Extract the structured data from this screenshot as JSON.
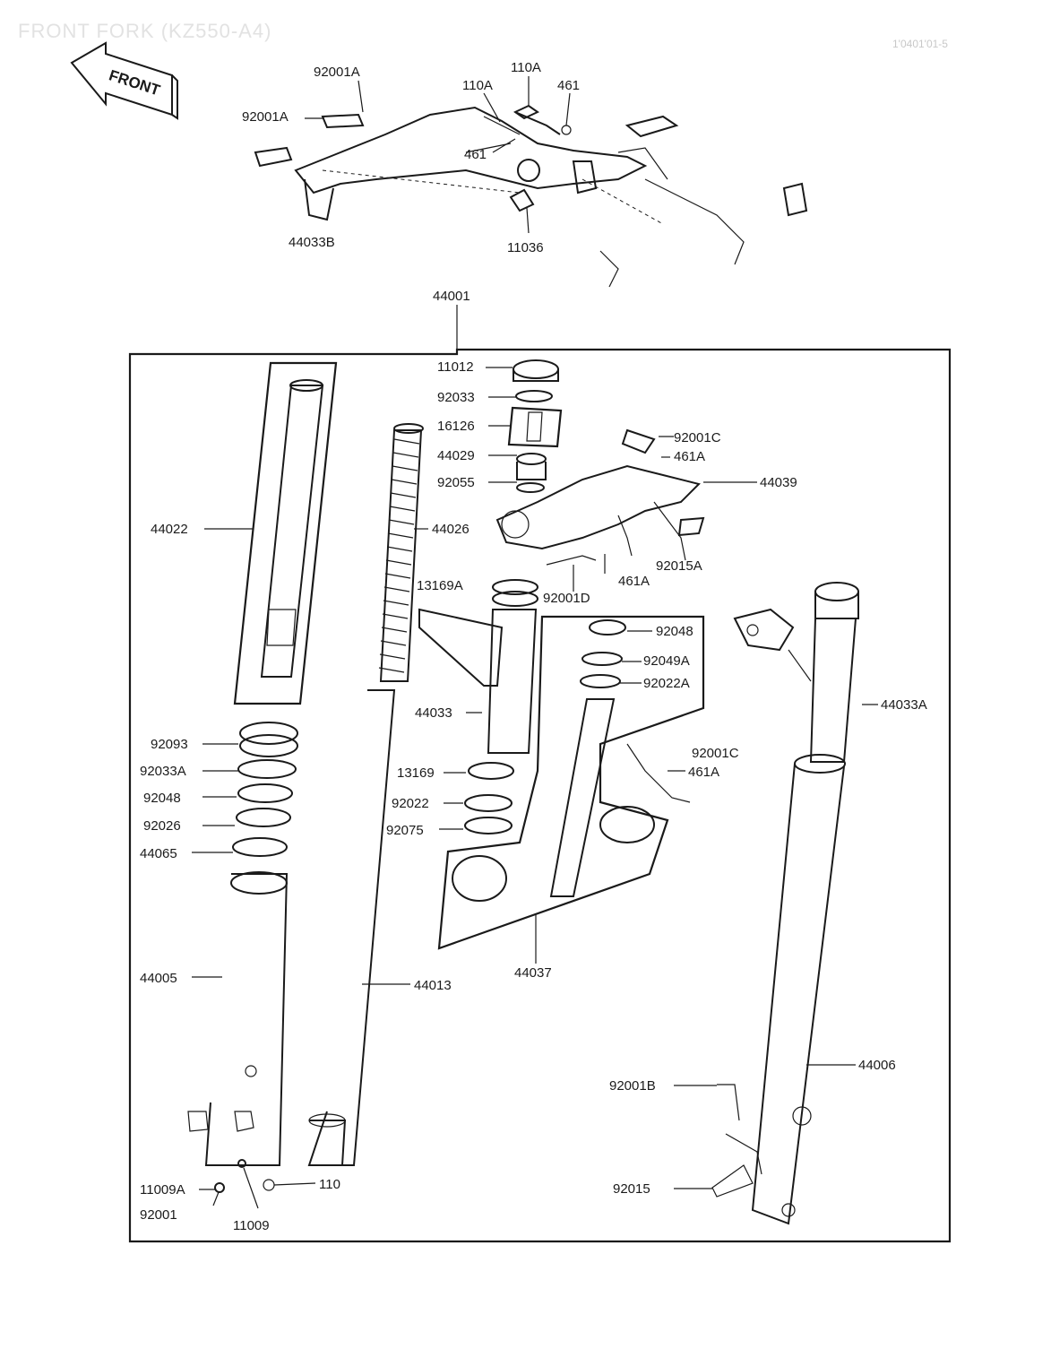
{
  "diagram": {
    "title": "FRONT FORK (KZ550-A4)",
    "code": "1'0401'01-5",
    "front_arrow": "FRONT",
    "labels": {
      "l92001A_top": "92001A",
      "l92001A_left": "92001A",
      "l110A_a": "110A",
      "l110A_b": "110A",
      "l461_a": "461",
      "l461_b": "461",
      "l44033B": "44033B",
      "l11036": "11036",
      "l44001": "44001",
      "l11012": "11012",
      "l92033": "92033",
      "l16126": "16126",
      "l44029": "44029",
      "l92055": "92055",
      "l92001C_a": "92001C",
      "l461A_a": "461A",
      "l44039": "44039",
      "l44022": "44022",
      "l44026": "44026",
      "l92015A": "92015A",
      "l13169A": "13169A",
      "l461A_b": "461A",
      "l92001D": "92001D",
      "l92048_r": "92048",
      "l92049A": "92049A",
      "l92022A": "92022A",
      "l44033A": "44033A",
      "l44033": "44033",
      "l92093": "92093",
      "l92033A": "92033A",
      "l92048_l": "92048",
      "l92026": "92026",
      "l44065": "44065",
      "l13169": "13169",
      "l92022": "92022",
      "l92075": "92075",
      "l92001C_b": "92001C",
      "l461A_c": "461A",
      "l44037": "44037",
      "l44005": "44005",
      "l44013": "44013",
      "l44006": "44006",
      "l92001B": "92001B",
      "l92015": "92015",
      "l11009A": "11009A",
      "l110": "110",
      "l92001": "92001",
      "l11009": "11009"
    }
  }
}
